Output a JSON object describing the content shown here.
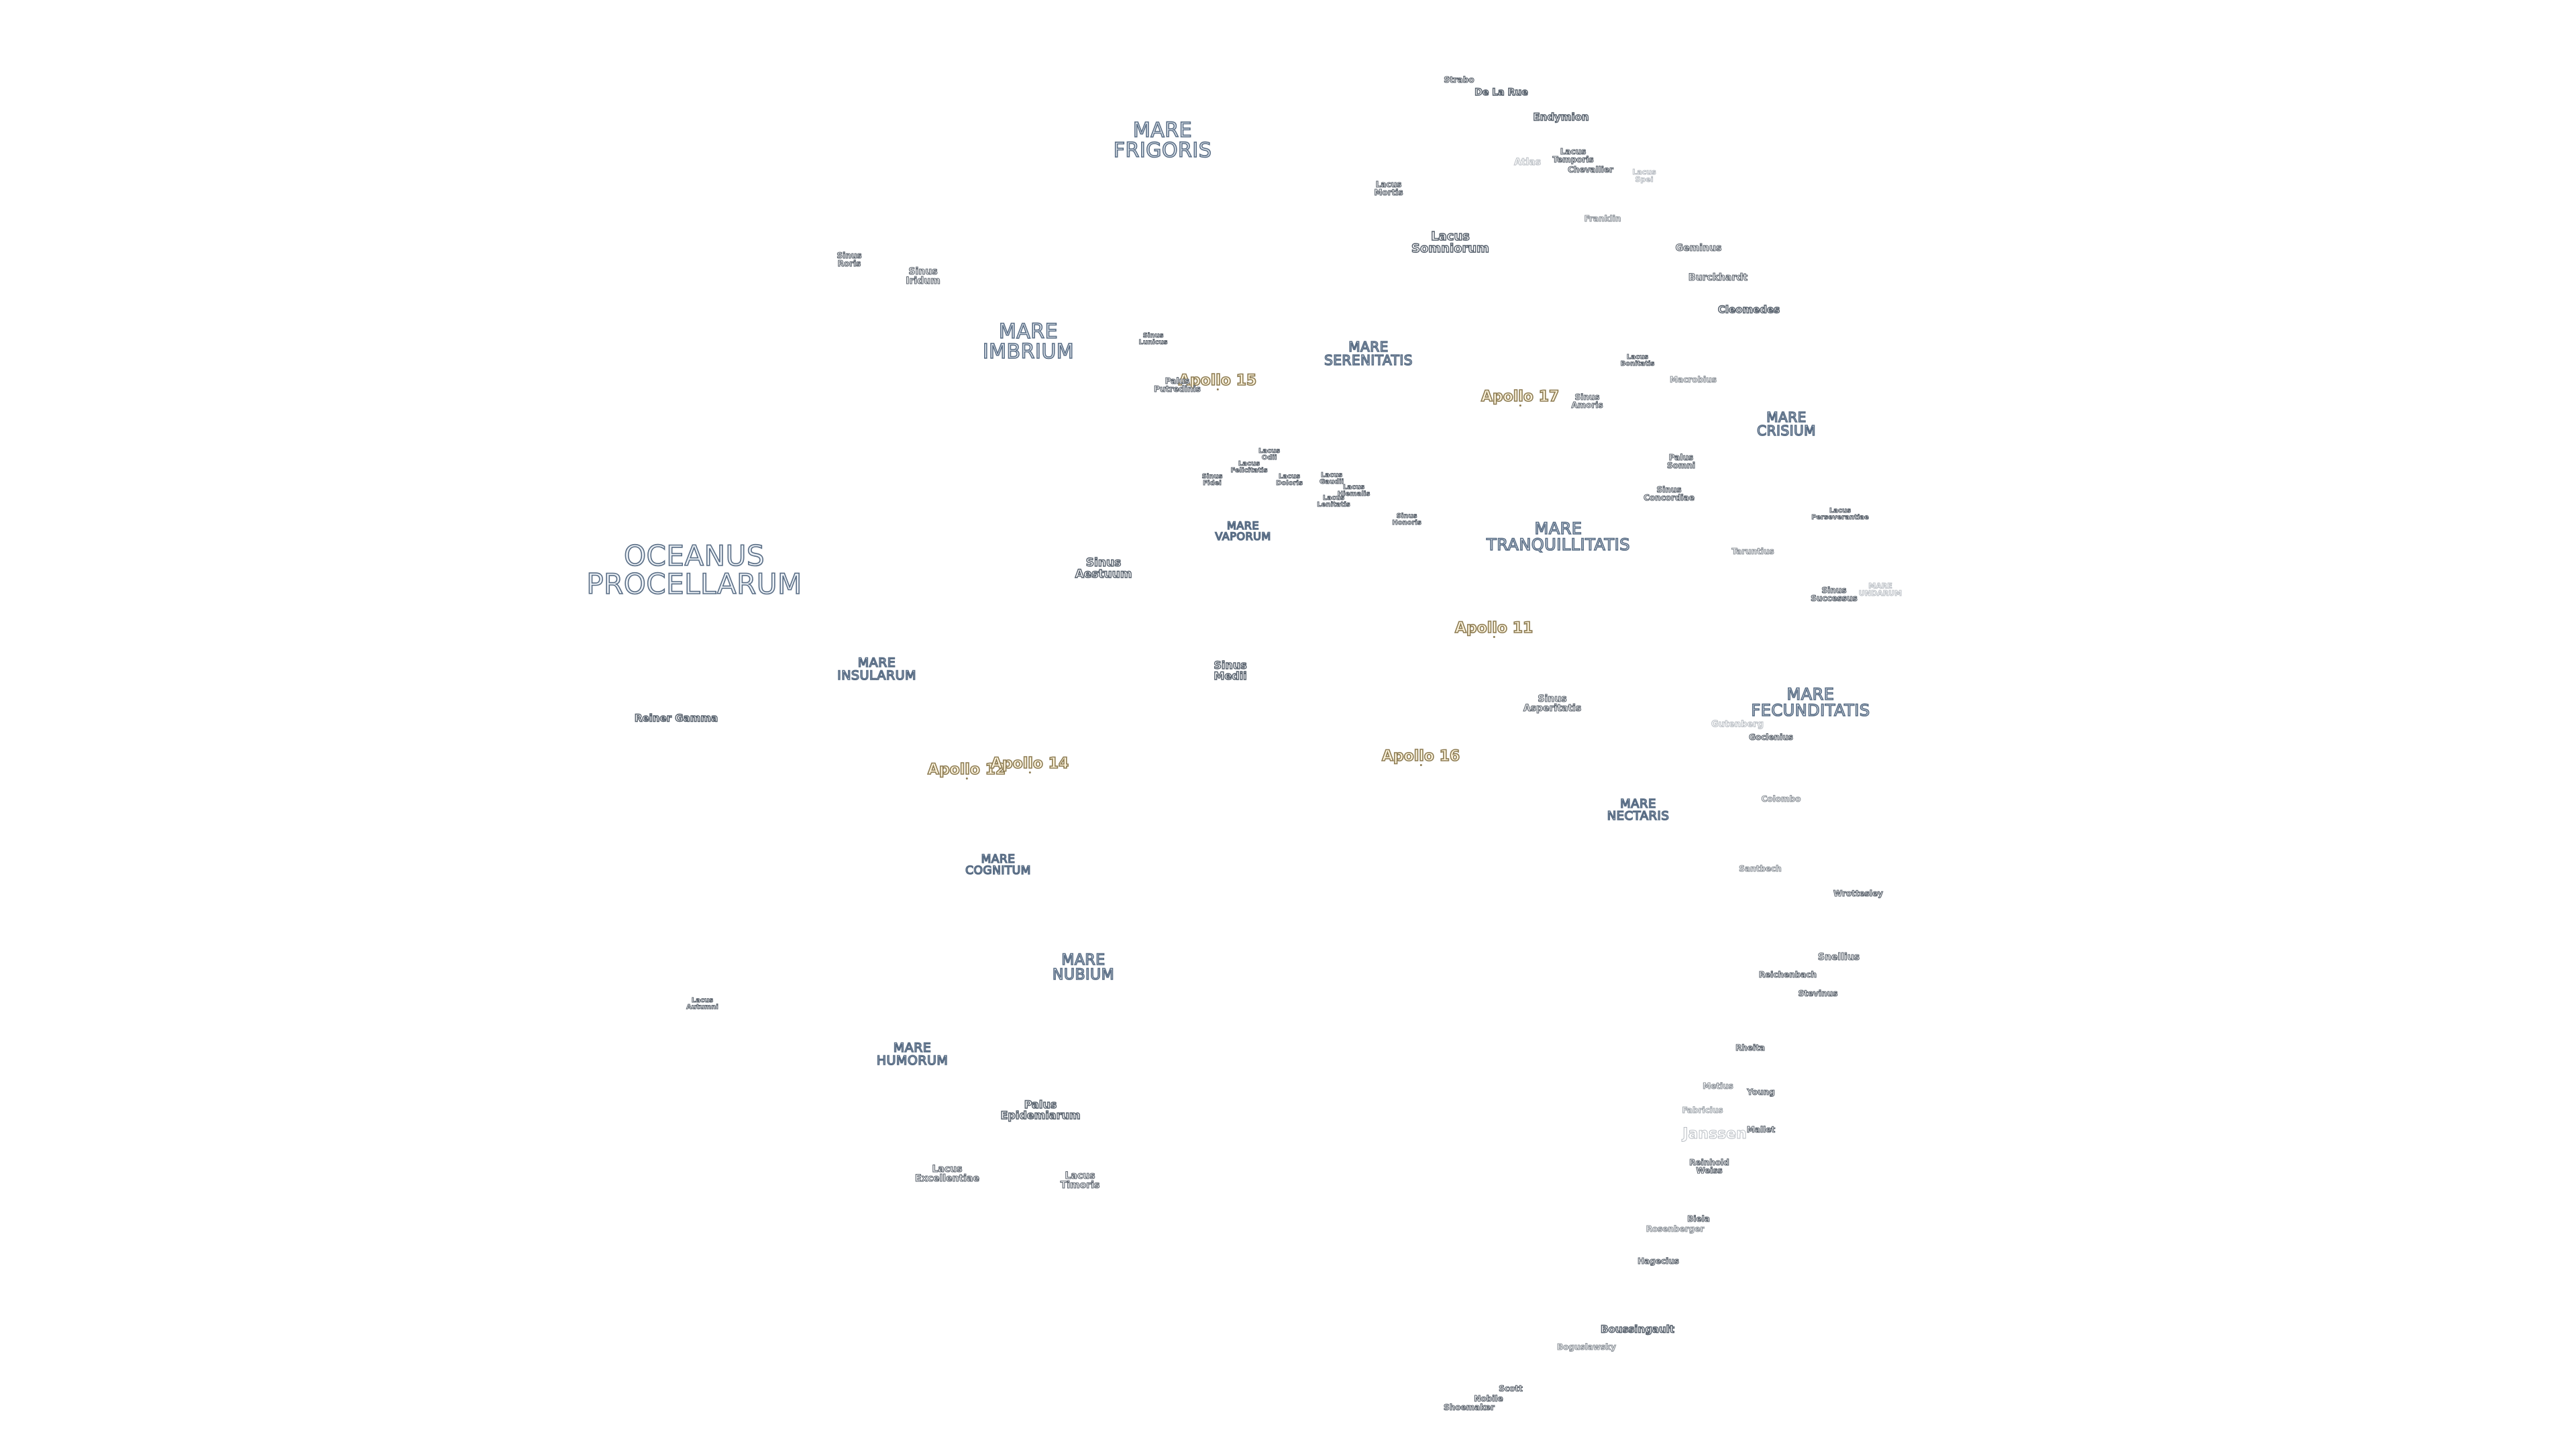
{
  "maria": {
    "procellarum": "OCEANUS\nPROCELLARUM",
    "frigoris": "MARE\nFRIGORIS",
    "imbrium": "MARE\nIMBRIUM",
    "serenitatis": "MARE\nSERENITATIS",
    "crisium": "MARE\nCRISIUM",
    "tranquillitatis": "MARE\nTRANQUILLITATIS",
    "vaporum": "MARE\nVAPORUM",
    "insularum": "MARE\nINSULARUM",
    "fecunditatis": "MARE\nFECUNDITATIS",
    "nectaris": "MARE\nNECTARIS",
    "cognitum": "MARE\nCOGNITUM",
    "nubium": "MARE\nNUBIUM",
    "humorum": "MARE\nHUMORUM"
  },
  "apollo": {
    "a11": "Apollo 11",
    "a12": "Apollo 12",
    "a14": "Apollo 14",
    "a15": "Apollo 15",
    "a16": "Apollo 16",
    "a17": "Apollo 17"
  },
  "features": {
    "strabo": "Strabo",
    "de_la_rue": "De La Rue",
    "endymion": "Endymion",
    "atlas": "Atlas",
    "lacus_temporis": "Lacus\nTemporis",
    "chevallier": "Chevallier",
    "lacus_spei": "Lacus\nSpei",
    "lacus_mortis": "Lacus\nMortis",
    "franklin": "Franklin",
    "lacus_somniorum": "Lacus\nSomniorum",
    "geminus": "Geminus",
    "burckhardt": "Burckhardt",
    "cleomedes": "Cleomedes",
    "sinus_roris": "Sinus\nRoris",
    "sinus_iridum": "Sinus\nIridum",
    "sinus_lunicus": "Sinus\nLunicus",
    "palus_putredinis": "Palus\nPutredinis",
    "lacus_bonitatis": "Lacus\nBonitatis",
    "macrobius": "Macrobius",
    "sinus_amoris": "Sinus\nAmoris",
    "lacus_odii": "Lacus\nOdii",
    "lacus_felicitatis": "Lacus\nFelicitatis",
    "sinus_fidei": "Sinus\nFidei",
    "lacus_doloris": "Lacus\nDoloris",
    "lacus_gaudii": "Lacus\nGaudii",
    "lacus_hiemalis": "Lacus\nHiemalis",
    "lacus_lenitatis": "Lacus\nLenitatis",
    "sinus_honoris": "Sinus\nHonoris",
    "palus_somni": "Palus\nSomni",
    "sinus_concordiae": "Sinus\nConcordiae",
    "lacus_perseverantiae": "Lacus\nPerseverantiae",
    "sinus_aestuum": "Sinus\nAestuum",
    "taruntius": "Taruntius",
    "sinus_successus": "Sinus\nSuccessus",
    "mare_undarum": "MARE\nUNDARUM",
    "sinus_medii": "Sinus\nMedii",
    "reiner_gamma": "Reiner Gamma",
    "sinus_asperitatis": "Sinus\nAsperitatis",
    "gutenberg": "Gutenberg",
    "goclenius": "Goclenius",
    "colombo": "Colombo",
    "santbech": "Santbech",
    "wrottesley": "Wrottesley",
    "snellius": "Snellius",
    "reichenbach": "Reichenbach",
    "stevinus": "Stevinus",
    "lacus_autumni": "Lacus\nAutumni",
    "palus_epidemiarum": "Palus\nEpidemiarum",
    "lacus_excellentiae": "Lacus\nExcellentiae",
    "lacus_timoris": "Lacus\nTimoris",
    "rheita": "Rheita",
    "metius": "Metius",
    "young": "Young",
    "fabricius": "Fabricius",
    "janssen": "Janssen",
    "mallet": "Mallet",
    "reinhold_weiss": "Reinhold\nWeiss",
    "biela": "Biela",
    "rosenberger": "Rosenberger",
    "hagecius": "Hagecius",
    "boussingault": "Boussingault",
    "boguslawsky": "Boguslawsky",
    "scott": "Scott",
    "nobile": "Nobile",
    "shoemaker": "Shoemaker"
  }
}
